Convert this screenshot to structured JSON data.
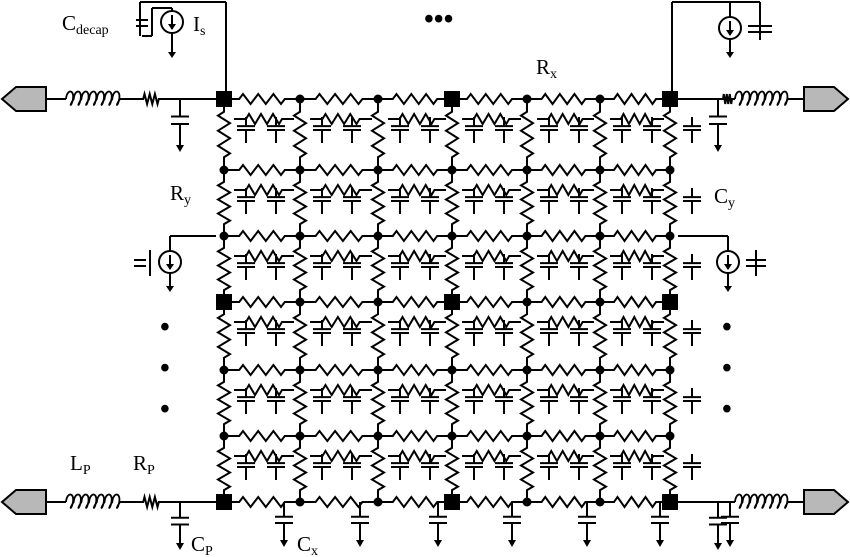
{
  "labels": {
    "cdecap": {
      "main": "C",
      "sub": "decap"
    },
    "is": {
      "main": "I",
      "sub": "s"
    },
    "rx": {
      "main": "R",
      "sub": "x"
    },
    "ry": {
      "main": "R",
      "sub": "y"
    },
    "cy": {
      "main": "C",
      "sub": "y"
    },
    "lp": {
      "main": "L",
      "sub": "P"
    },
    "rp": {
      "main": "R",
      "sub": "P"
    },
    "cp": {
      "main": "C",
      "sub": "P"
    },
    "cx": {
      "main": "C",
      "sub": "x"
    }
  },
  "ellipsis": {
    "top": "•••",
    "left": "•\n•\n•",
    "right": "•\n•\n•"
  },
  "grid": {
    "columns": 7,
    "rows": 7,
    "package_pins": 4,
    "current_sources": 4
  }
}
